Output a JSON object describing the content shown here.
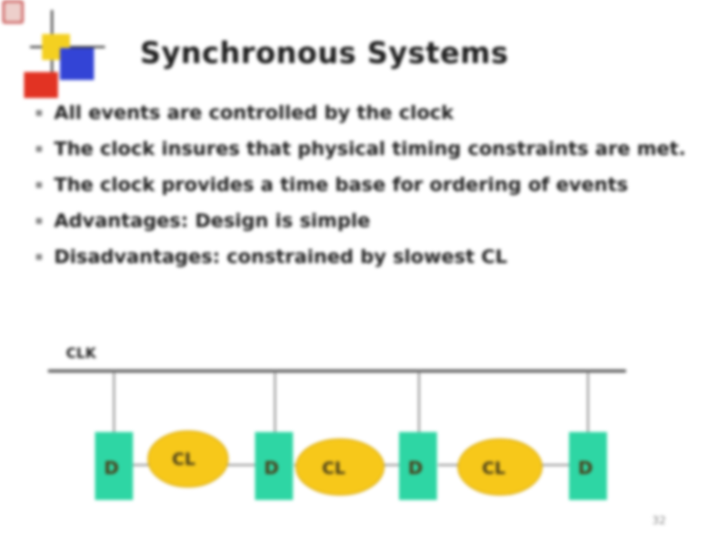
{
  "slide": {
    "title": "Synchronous Systems",
    "bullets": [
      "All events are controlled by the clock",
      "The clock insures that physical timing constraints are met.",
      "The clock provides a time base for ordering of events",
      "Advantages: Design is simple",
      "Disadvantages: constrained by slowest CL"
    ],
    "page_number": "32"
  },
  "diagram": {
    "clock_label": "CLK",
    "register_label": "D",
    "logic_label": "CL",
    "colors": {
      "register": "#2ed6a4",
      "logic": "#f7c81a",
      "line": "#555555"
    }
  }
}
